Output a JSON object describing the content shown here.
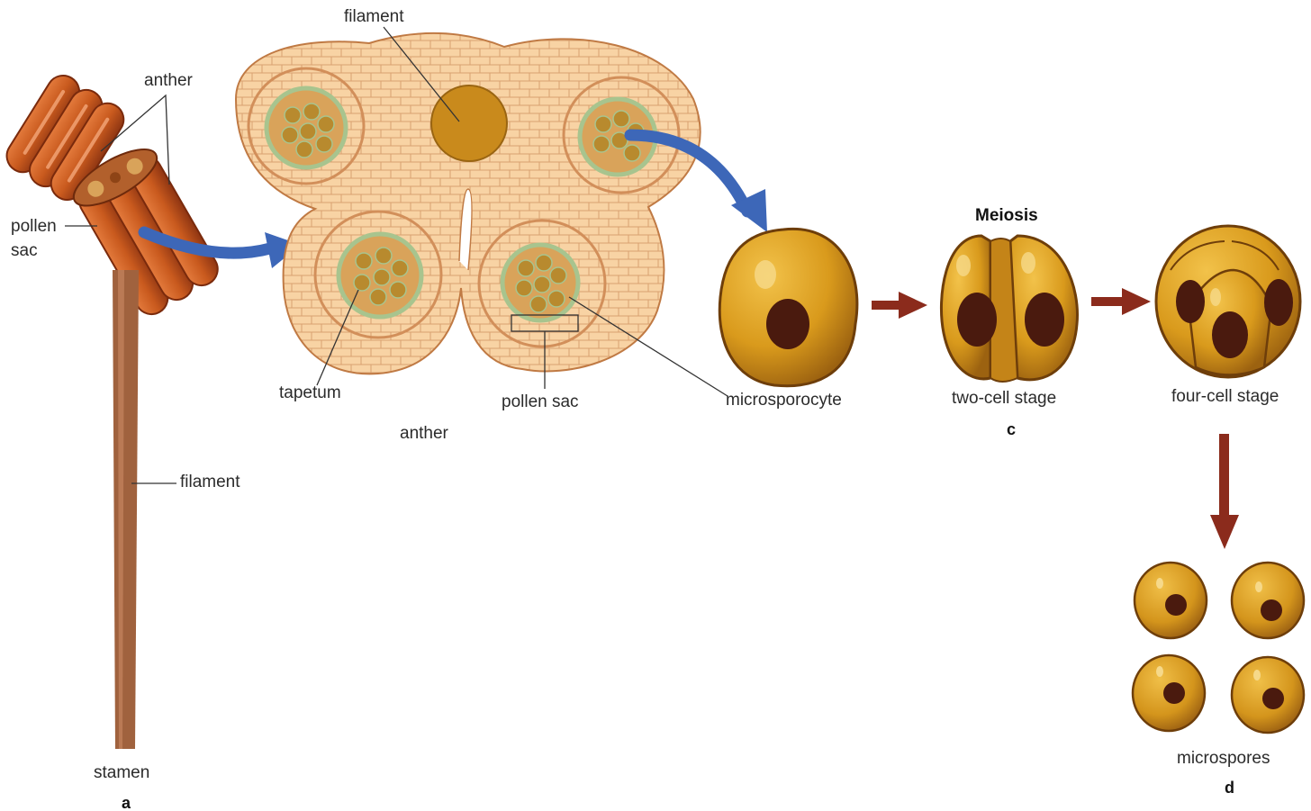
{
  "labels": {
    "anther_small": "anther",
    "pollen": "pollen",
    "sac": "sac",
    "filament_top": "filament",
    "filament_stalk": "filament",
    "stamen": "stamen",
    "panel_a": "a",
    "tapetum": "tapetum",
    "pollen_sac": "pollen sac",
    "anther_section": "anther",
    "microsporocyte": "microsporocyte",
    "meiosis": "Meiosis",
    "two_cell_stage": "two-cell stage",
    "panel_c": "c",
    "four_cell_stage": "four-cell stage",
    "microspores": "microspores",
    "panel_d": "d"
  },
  "colors": {
    "anther_tissue": "#f8d3a4",
    "tissue_lines": "#d9a070",
    "filament_core": "#c98a1c",
    "cell_yellow": "#d99a1c",
    "nucleus": "#4a1a0e",
    "stamen_orange": "#c95a1e",
    "stalk_brown": "#a0623e",
    "blue_arrow": "#3d67b8",
    "red_arrow": "#8b2b1c"
  }
}
